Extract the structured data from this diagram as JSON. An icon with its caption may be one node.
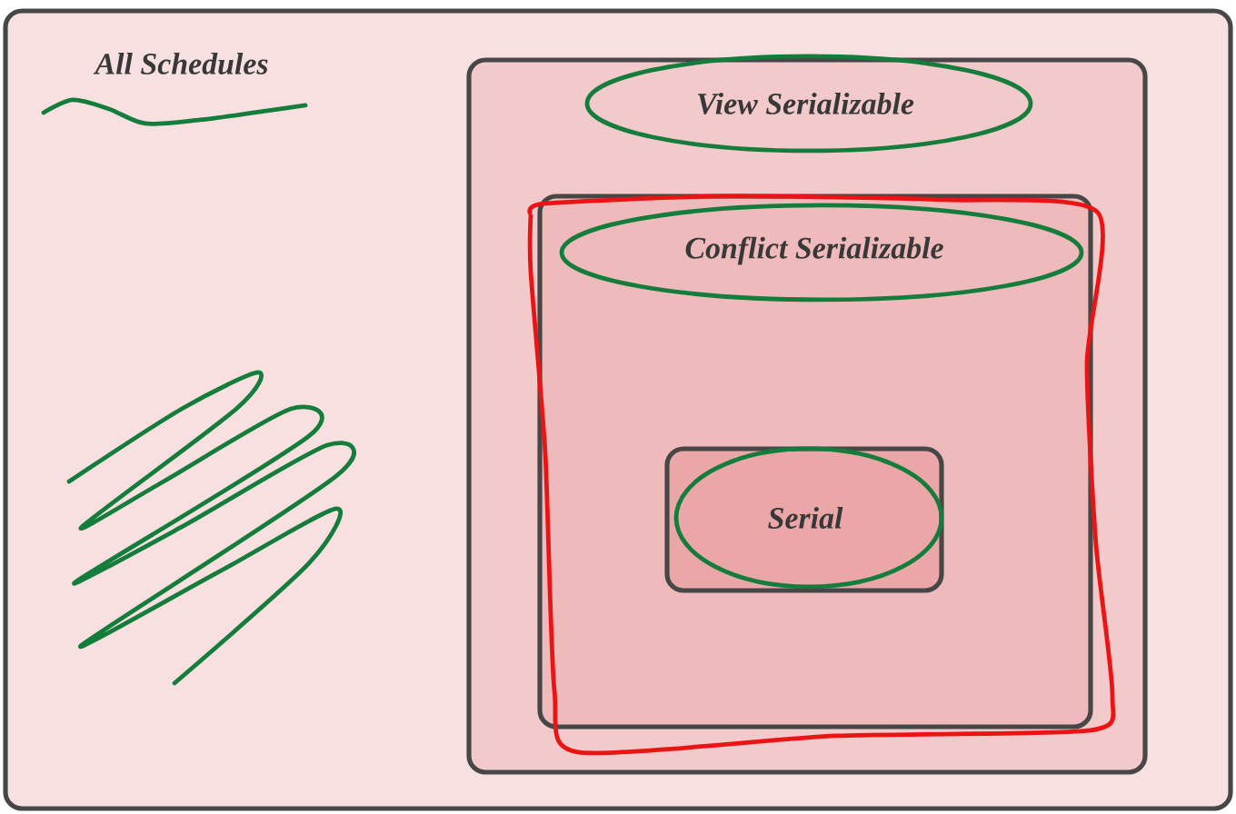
{
  "diagram": {
    "nodes": [
      {
        "text": [
          "All Schedules"
        ]
      },
      {
        "text": [
          "View Serializable"
        ],
        "in": 0
      },
      {
        "text": [
          "Conflict Serializable"
        ],
        "in": 1
      },
      {
        "text": [
          "Serial"
        ],
        "in": 2
      }
    ]
  }
}
